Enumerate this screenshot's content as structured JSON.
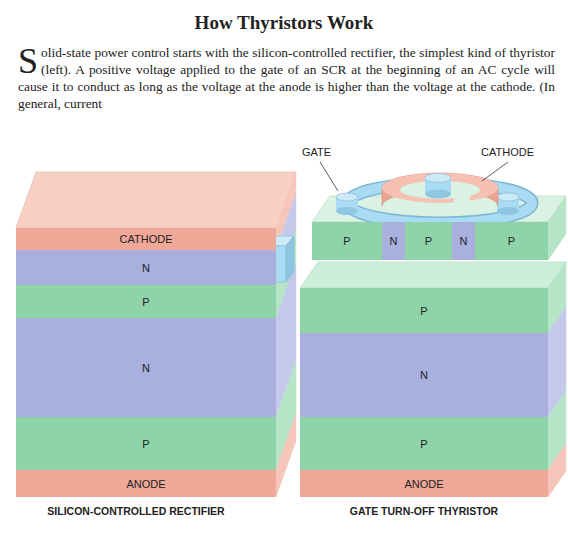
{
  "diagram": {
    "title": "How Thyristors Work",
    "nodes": [
      {
        "text": [
          "CATHODE"
        ]
      },
      {
        "text": [
          "N"
        ]
      },
      {
        "text": [
          "P"
        ]
      },
      {
        "text": [
          "N"
        ]
      },
      {
        "text": [
          "P"
        ]
      },
      {
        "text": [
          "ANODE"
        ]
      },
      {
        "text": [
          "P"
        ]
      },
      {
        "text": [
          "N"
        ]
      },
      {
        "text": [
          "P"
        ]
      },
      {
        "text": [
          "N"
        ]
      },
      {
        "text": [
          "P"
        ]
      },
      {
        "text": [
          "P"
        ]
      },
      {
        "text": [
          "N"
        ]
      },
      {
        "text": [
          "P"
        ]
      },
      {
        "text": [
          "ANODE"
        ]
      }
    ],
    "labels": [
      "Solid-state power control starts with the silicon-controlled rectifier, the simplest kind of thyristor (left). A positive voltage applied to the gate of an SCR at the beginning of an AC cycle will cause it to conduct as long as the voltage at the anode is higher than the voltage at the cathode. (In general, current",
      "GATE",
      "CATHODE",
      "SILICON-CONTROLLED RECTIFIER",
      "GATE TURN-OFF THYRISTOR"
    ]
  }
}
